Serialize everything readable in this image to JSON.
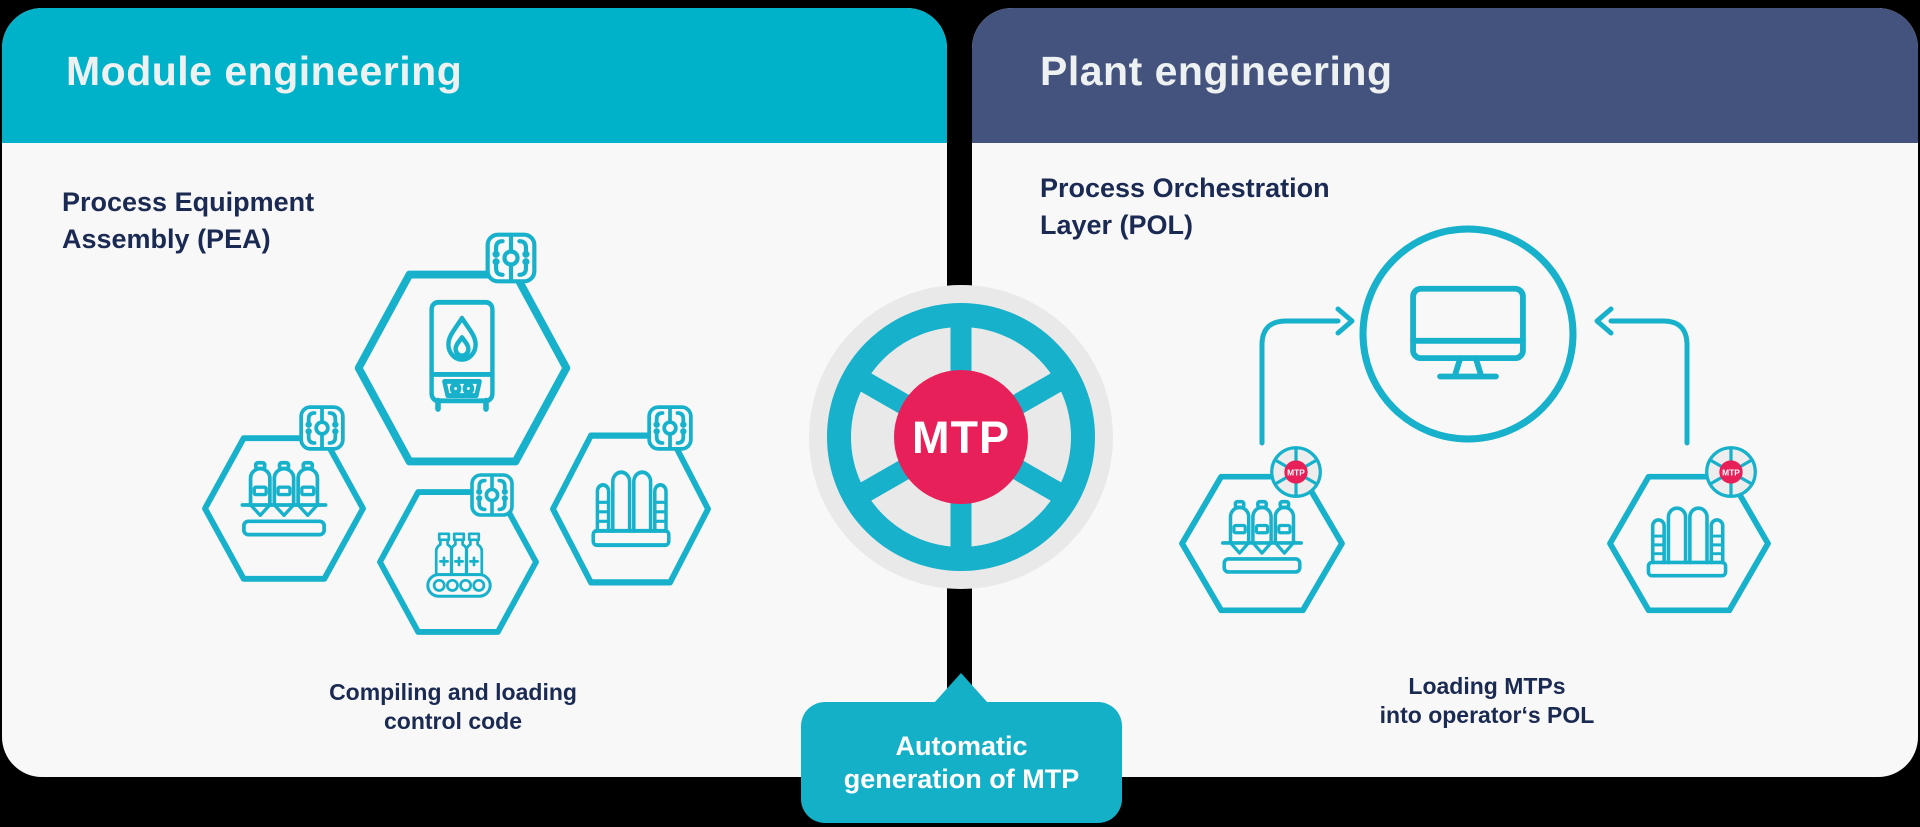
{
  "colors": {
    "teal_header": "#00b1ca",
    "teal_icon": "#17b1cb",
    "navy_header": "#44527e",
    "navy_text": "#1b2a52",
    "pink": "#e82059",
    "light_gray": "#e9e9e9",
    "panel_bg": "#f8f8f8",
    "background": "#000000",
    "white_text": "#ffffff"
  },
  "left_panel": {
    "title": "Module engineering",
    "subtitle": "Process Equipment\nAssembly (PEA)",
    "caption": "Compiling and loading\ncontrol code",
    "hexagon_icons": [
      "boiler-icon",
      "silos-icon",
      "bottle-conveyor-icon",
      "distillation-columns-icon"
    ],
    "corner_icon": "circuit-chip-icon"
  },
  "right_panel": {
    "title": "Plant engineering",
    "subtitle": "Process Orchestration\nLayer (POL)",
    "caption": "Loading MTPs\ninto operator‘s POL",
    "hexagon_icons": [
      "silos-icon",
      "distillation-columns-icon"
    ],
    "center_icon": "monitor-icon",
    "badge_label": "MTP"
  },
  "center": {
    "wheel_icon": "mtp-wheel-icon",
    "wheel_label": "MTP",
    "bubble_text": "Automatic\ngeneration of MTP"
  }
}
